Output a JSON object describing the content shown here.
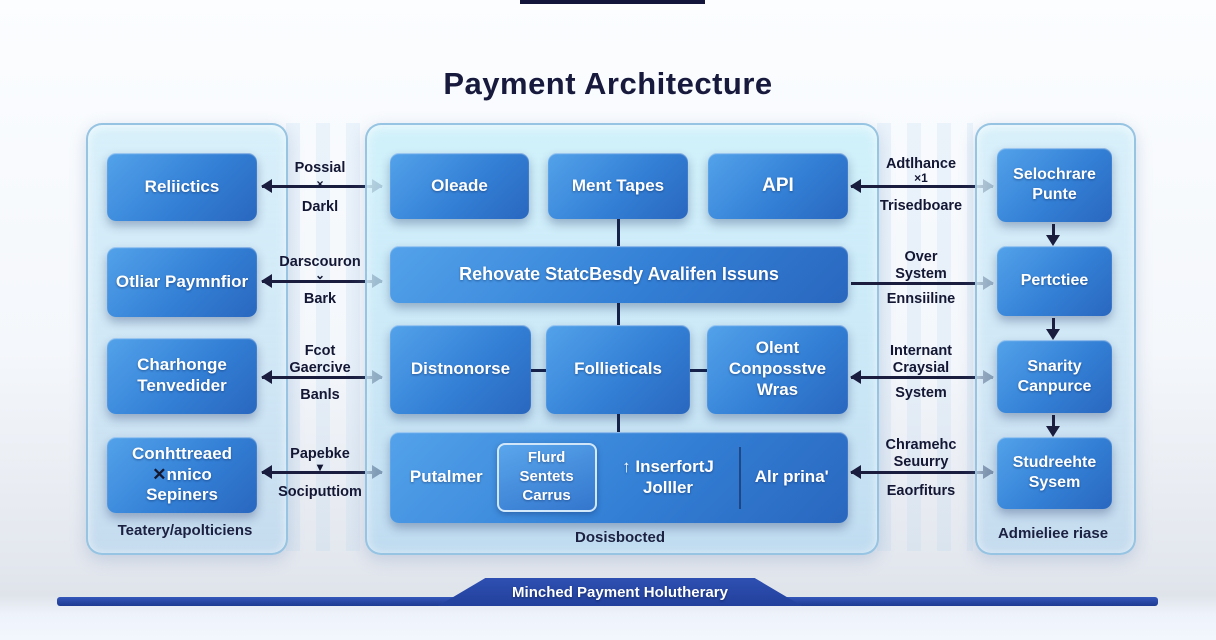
{
  "title": "Payment Architecture",
  "left": {
    "boxes": [
      {
        "label": "Reliictics"
      },
      {
        "label": "Otliar Paymnfior"
      },
      {
        "label": "Charhonge Tenvedider"
      },
      {
        "label": "Conhttreaed",
        "glyph": "✕",
        "label2": "nnico Sepiners"
      }
    ],
    "caption": "Teatery/apolticiens"
  },
  "left_connectors": [
    {
      "top": "Possial",
      "glyph": "×",
      "bottom": "Darkl"
    },
    {
      "top": "Darscouron",
      "glyph": "⌄",
      "bottom": "Bark"
    },
    {
      "top": "Fcot Gaercive",
      "glyph": "",
      "bottom": "Banls"
    },
    {
      "top": "Papebke",
      "glyph": "▾",
      "bottom": "Sociputtiom"
    }
  ],
  "middle": {
    "row1": [
      {
        "label": "Oleade"
      },
      {
        "label": "Ment Tapes"
      },
      {
        "label": "API"
      }
    ],
    "row2": {
      "label": "Rehovate StatcBesdy Avalifen Issuns"
    },
    "row3": [
      {
        "label": "Distnonorse"
      },
      {
        "label": "Follieticals"
      },
      {
        "label": "Olent Conposstve Wras"
      }
    ],
    "row4": {
      "left_label": "Putalmer",
      "inner_box": "Flurd Sentets Carrus",
      "mid_glyph": "↑",
      "mid_label": "InserfortJ Jolller",
      "right_label": "Alr prina'"
    },
    "caption": "Dosisbocted"
  },
  "right_connectors": [
    {
      "top": "Adtlhance",
      "glyph": "×1",
      "bottom": "Trisedboare"
    },
    {
      "top": "Over System",
      "glyph": "",
      "bottom": "Ennsiiline"
    },
    {
      "top": "Internant Craysial",
      "glyph": "",
      "bottom": "System"
    },
    {
      "top": "Chramehc Seuurry",
      "glyph": "",
      "bottom": "Eaorfiturs"
    }
  ],
  "right": {
    "boxes": [
      {
        "label": "Selochrare Punte"
      },
      {
        "label": "Pertctiee"
      },
      {
        "label": "Snarity Canpurce"
      },
      {
        "label": "Studreehte Sysem"
      }
    ],
    "caption": "Admieliee riase"
  },
  "footer": {
    "label": "Minched Payment Holutherary"
  },
  "colors": {
    "box_blue": "#3380d6",
    "accent_navy": "#1a1d3e",
    "banner_blue": "#22409c",
    "panel_tint": "#cbeffa"
  }
}
